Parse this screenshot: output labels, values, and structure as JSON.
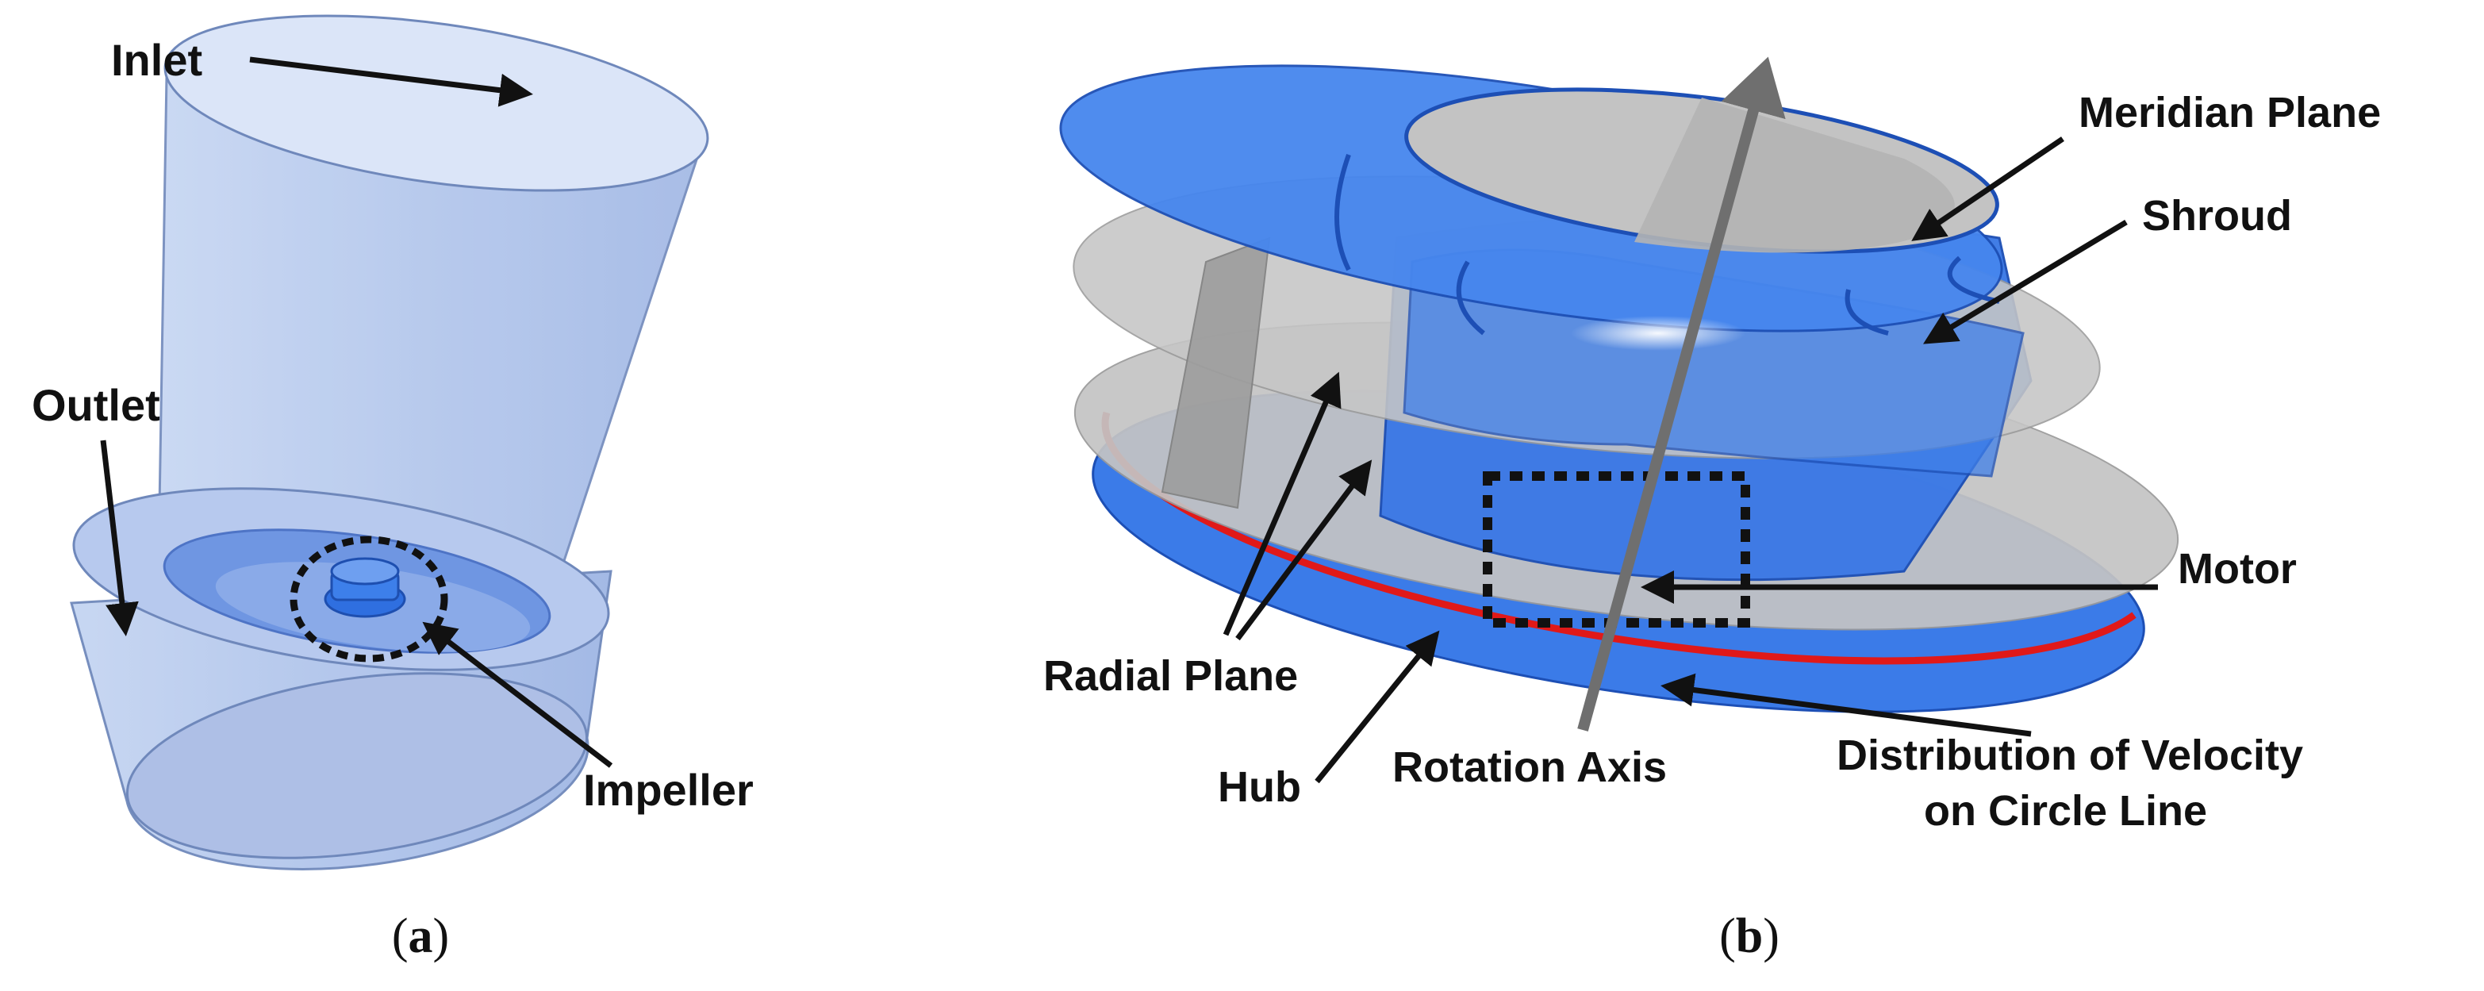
{
  "panel_a": {
    "labels": {
      "inlet": "Inlet",
      "outlet": "Outlet",
      "impeller": "Impeller"
    },
    "caption": {
      "open": "(",
      "letter": "a",
      "close": ")"
    }
  },
  "panel_b": {
    "labels": {
      "meridian_plane": "Meridian Plane",
      "shroud": "Shroud",
      "motor": "Motor",
      "radial_plane": "Radial Plane",
      "hub": "Hub",
      "rotation_axis": "Rotation Axis",
      "distribution_line1": "Distribution of Velocity",
      "distribution_line2": "on Circle Line"
    },
    "caption": {
      "open": "(",
      "letter": "b",
      "close": ")"
    }
  },
  "colors": {
    "fluid_domain": "#aec3ea",
    "impeller_blue": "#3f7fe6",
    "plane_gray": "#c4c4c4",
    "circle_line_red": "#e01919",
    "arrow_black": "#111111"
  }
}
